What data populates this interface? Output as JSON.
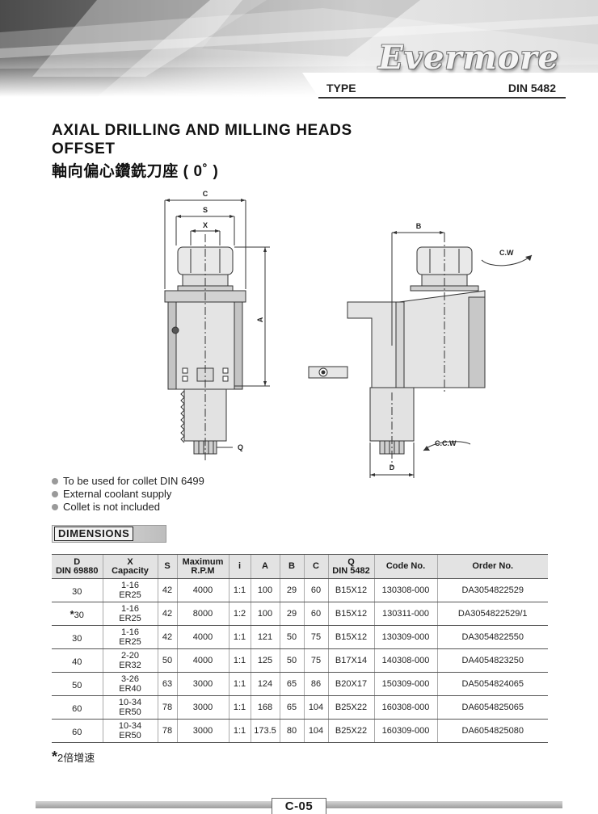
{
  "header": {
    "brand": "Evermore",
    "type_label": "TYPE",
    "standard": "DIN 5482"
  },
  "title": {
    "line1": "AXIAL DRILLING AND MILLING HEADS",
    "line2": "OFFSET",
    "line3": "軸向偏心鑽銑刀座 ( 0˚ )"
  },
  "drawing": {
    "labels": {
      "c": "C",
      "s": "S",
      "x": "X",
      "a": "A",
      "q": "Q",
      "b": "B",
      "d": "D",
      "cw": "C.W",
      "ccw": "C.C.W"
    }
  },
  "features": [
    "To be used for collet DIN 6499",
    "External coolant supply",
    "Collet is not included"
  ],
  "dimensions_heading": "DIMENSIONS",
  "table": {
    "headers": {
      "d": [
        "D",
        "DIN 69880"
      ],
      "x": [
        "X",
        "Capacity"
      ],
      "s": "S",
      "rpm": [
        "Maximum",
        "R.P.M"
      ],
      "i": "i",
      "a": "A",
      "b": "B",
      "c": "C",
      "q": [
        "Q",
        "DIN 5482"
      ],
      "code": "Code No.",
      "order": "Order No."
    },
    "rows": [
      {
        "star": "",
        "d": "30",
        "x1": "1-16",
        "x2": "ER25",
        "s": "42",
        "rpm": "4000",
        "i": "1:1",
        "a": "100",
        "b": "29",
        "c": "60",
        "q": "B15X12",
        "code": "130308-000",
        "order": "DA3054822529"
      },
      {
        "star": "*",
        "d": "30",
        "x1": "1-16",
        "x2": "ER25",
        "s": "42",
        "rpm": "8000",
        "i": "1:2",
        "a": "100",
        "b": "29",
        "c": "60",
        "q": "B15X12",
        "code": "130311-000",
        "order": "DA3054822529/1"
      },
      {
        "star": "",
        "d": "30",
        "x1": "1-16",
        "x2": "ER25",
        "s": "42",
        "rpm": "4000",
        "i": "1:1",
        "a": "121",
        "b": "50",
        "c": "75",
        "q": "B15X12",
        "code": "130309-000",
        "order": "DA3054822550"
      },
      {
        "star": "",
        "d": "40",
        "x1": "2-20",
        "x2": "ER32",
        "s": "50",
        "rpm": "4000",
        "i": "1:1",
        "a": "125",
        "b": "50",
        "c": "75",
        "q": "B17X14",
        "code": "140308-000",
        "order": "DA4054823250"
      },
      {
        "star": "",
        "d": "50",
        "x1": "3-26",
        "x2": "ER40",
        "s": "63",
        "rpm": "3000",
        "i": "1:1",
        "a": "124",
        "b": "65",
        "c": "86",
        "q": "B20X17",
        "code": "150309-000",
        "order": "DA5054824065"
      },
      {
        "star": "",
        "d": "60",
        "x1": "10-34",
        "x2": "ER50",
        "s": "78",
        "rpm": "3000",
        "i": "1:1",
        "a": "168",
        "b": "65",
        "c": "104",
        "q": "B25X22",
        "code": "160308-000",
        "order": "DA6054825065"
      },
      {
        "star": "",
        "d": "60",
        "x1": "10-34",
        "x2": "ER50",
        "s": "78",
        "rpm": "3000",
        "i": "1:1",
        "a": "173.5",
        "b": "80",
        "c": "104",
        "q": "B25X22",
        "code": "160309-000",
        "order": "DA6054825080"
      }
    ]
  },
  "footnote": {
    "star": "*",
    "text": "2倍增速"
  },
  "page_number": "C-05"
}
